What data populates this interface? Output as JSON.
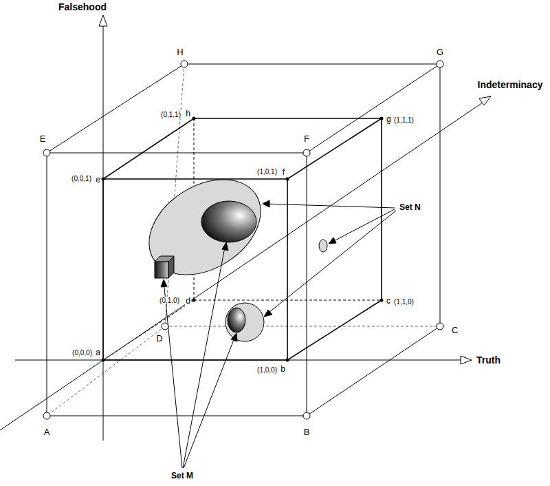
{
  "diagram": {
    "labels": [
      "Falsehood",
      "Indeterminacy",
      "Truth",
      "H",
      "G",
      "E",
      "F",
      "(0,0,1)",
      "e",
      "(1,0,1)",
      "f",
      "(0,1,1)",
      "h",
      "g",
      "(1,1,1)",
      "(0,1,0)",
      "d",
      "c",
      "(1,1,0)",
      "(0,0,0)",
      "a",
      "(1,0,0)",
      "b",
      "D",
      "C",
      "A",
      "B",
      "Set N",
      "Set M"
    ]
  }
}
